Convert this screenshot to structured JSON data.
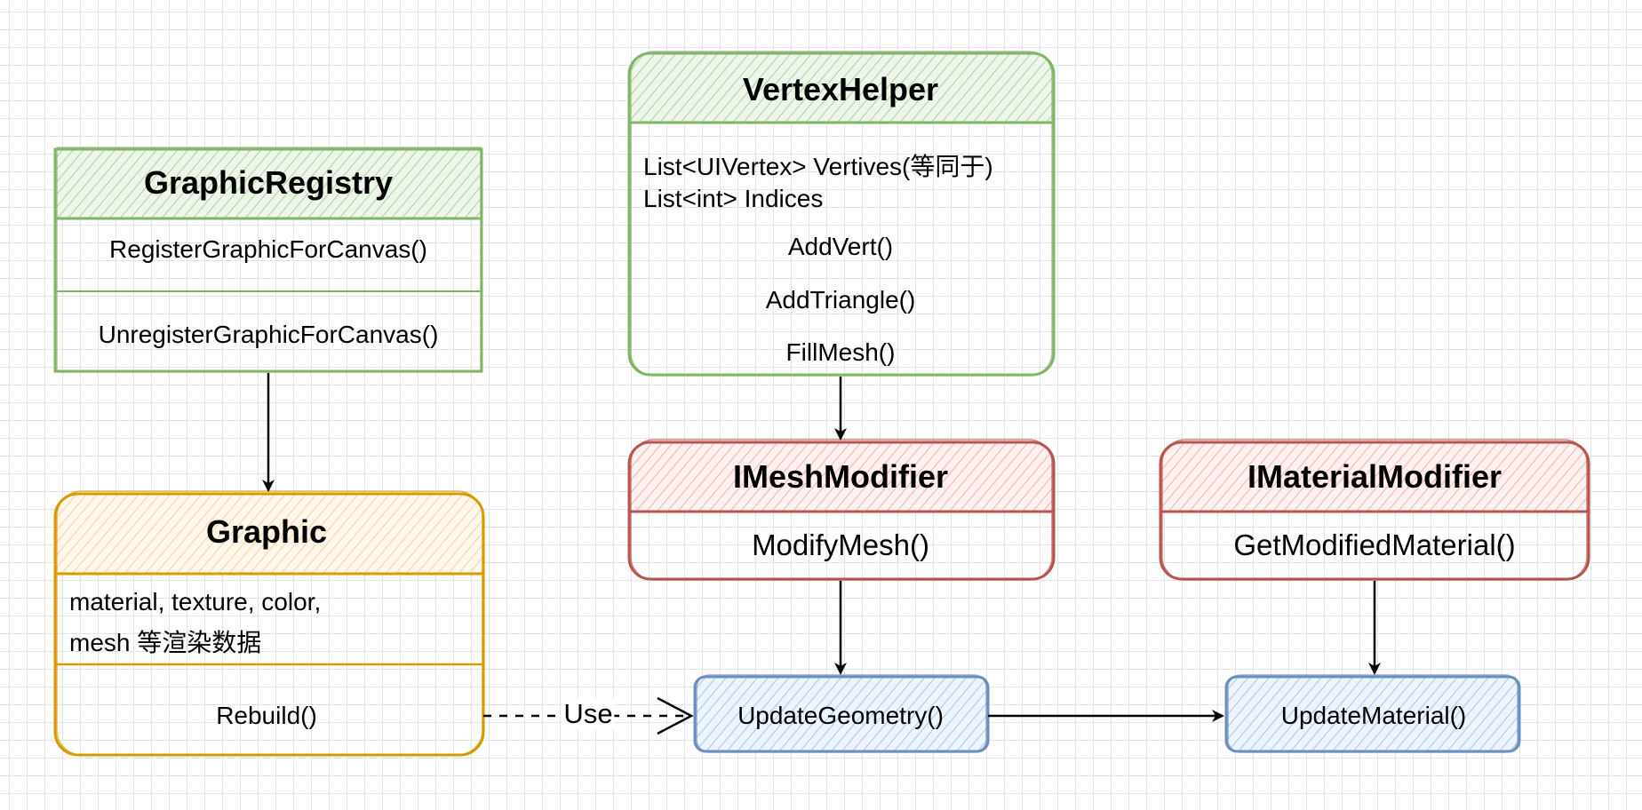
{
  "colors": {
    "green_stroke": "#82b366",
    "green_fill": "#d5e8d4",
    "orange_stroke": "#d79b00",
    "orange_fill": "#ffe6cc",
    "red_stroke": "#b85450",
    "red_fill": "#f8cecc",
    "blue_stroke": "#6c8ebf",
    "blue_fill": "#dae8fc",
    "edge": "#000000"
  },
  "graphic_registry": {
    "title": "GraphicRegistry",
    "methods": [
      "RegisterGraphicForCanvas()",
      "UnregisterGraphicForCanvas()"
    ]
  },
  "vertex_helper": {
    "title": "VertexHelper",
    "fields": [
      "List<UIVertex> Vertives(等同于)",
      "List<int> Indices"
    ],
    "methods": [
      "AddVert()",
      "AddTriangle()",
      "FillMesh()"
    ]
  },
  "graphic": {
    "title": "Graphic",
    "fields": [
      "material, texture, color,",
      "mesh 等渲染数据"
    ],
    "methods": [
      "Rebuild()"
    ]
  },
  "imesh_modifier": {
    "title": "IMeshModifier",
    "methods": [
      "ModifyMesh()"
    ]
  },
  "imaterial_modifier": {
    "title": "IMaterialModifier",
    "methods": [
      "GetModifiedMaterial()"
    ]
  },
  "update_geometry": {
    "label": "UpdateGeometry()"
  },
  "update_material": {
    "label": "UpdateMaterial()"
  },
  "edges": {
    "use_label": "Use"
  }
}
